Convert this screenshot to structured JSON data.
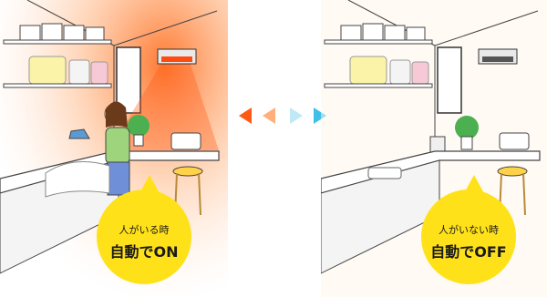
{
  "colors": {
    "bubble": "#ffe11a",
    "heater_glow": "#ff6a1a",
    "arrow_dark": "#ff5a14",
    "arrow_light": "#ffb07a",
    "arrow_cyan_light": "#bfe9f6",
    "arrow_cyan": "#3fc0e8",
    "towels": "#fbf3a8"
  },
  "left_scene": {
    "caption_line1": "人がいる時",
    "caption_line2": "自動でON"
  },
  "right_scene": {
    "caption_line1": "人がいない時",
    "caption_line2": "自動でOFF"
  }
}
